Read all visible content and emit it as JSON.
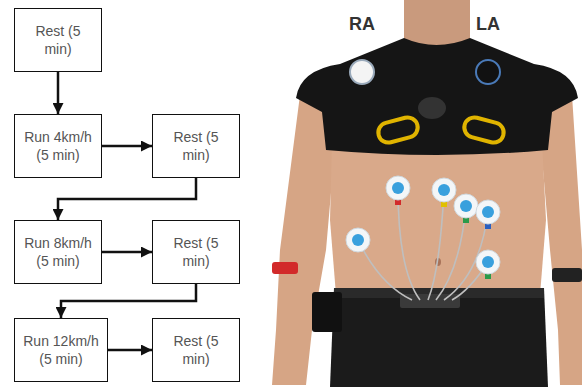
{
  "diagram": {
    "nodes": [
      {
        "text": [
          "Rest (5 min)"
        ]
      },
      {
        "text": [
          "Run 4km/h (5 min)"
        ]
      },
      {
        "text": [
          "Rest (5 min)"
        ]
      },
      {
        "text": [
          "Run 8km/h (5 min)"
        ]
      },
      {
        "text": [
          "Rest (5 min)"
        ]
      },
      {
        "text": [
          "Run 12km/h (5 min)"
        ]
      },
      {
        "text": [
          "Rest (5 min)"
        ]
      }
    ],
    "edges": [
      {
        "from": 0,
        "to": 1,
        "arrow": "to"
      },
      {
        "from": 1,
        "to": 2,
        "arrow": "to"
      },
      {
        "from": 2,
        "to": 3,
        "arrow": "to"
      },
      {
        "from": 3,
        "to": 4,
        "arrow": "to"
      },
      {
        "from": 4,
        "to": 5,
        "arrow": "to"
      },
      {
        "from": 5,
        "to": 6,
        "arrow": "to"
      }
    ],
    "labels": [
      "RA",
      "LA"
    ]
  }
}
